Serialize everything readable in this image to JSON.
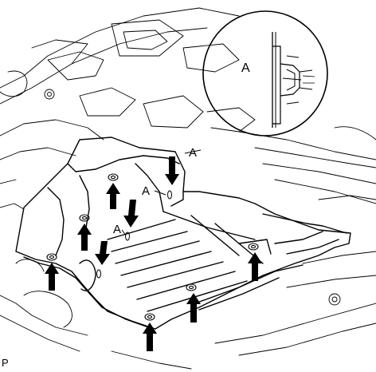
{
  "labels": {
    "clip_top": "A",
    "clip_mid": "A",
    "clip_low": "A",
    "detail": "A"
  },
  "figure_code": "P",
  "icons": {
    "arrow": "arrow-icon",
    "bolt": "bolt-icon",
    "clip": "clip-icon"
  },
  "colors": {
    "line": "#000000",
    "background": "#ffffff"
  }
}
